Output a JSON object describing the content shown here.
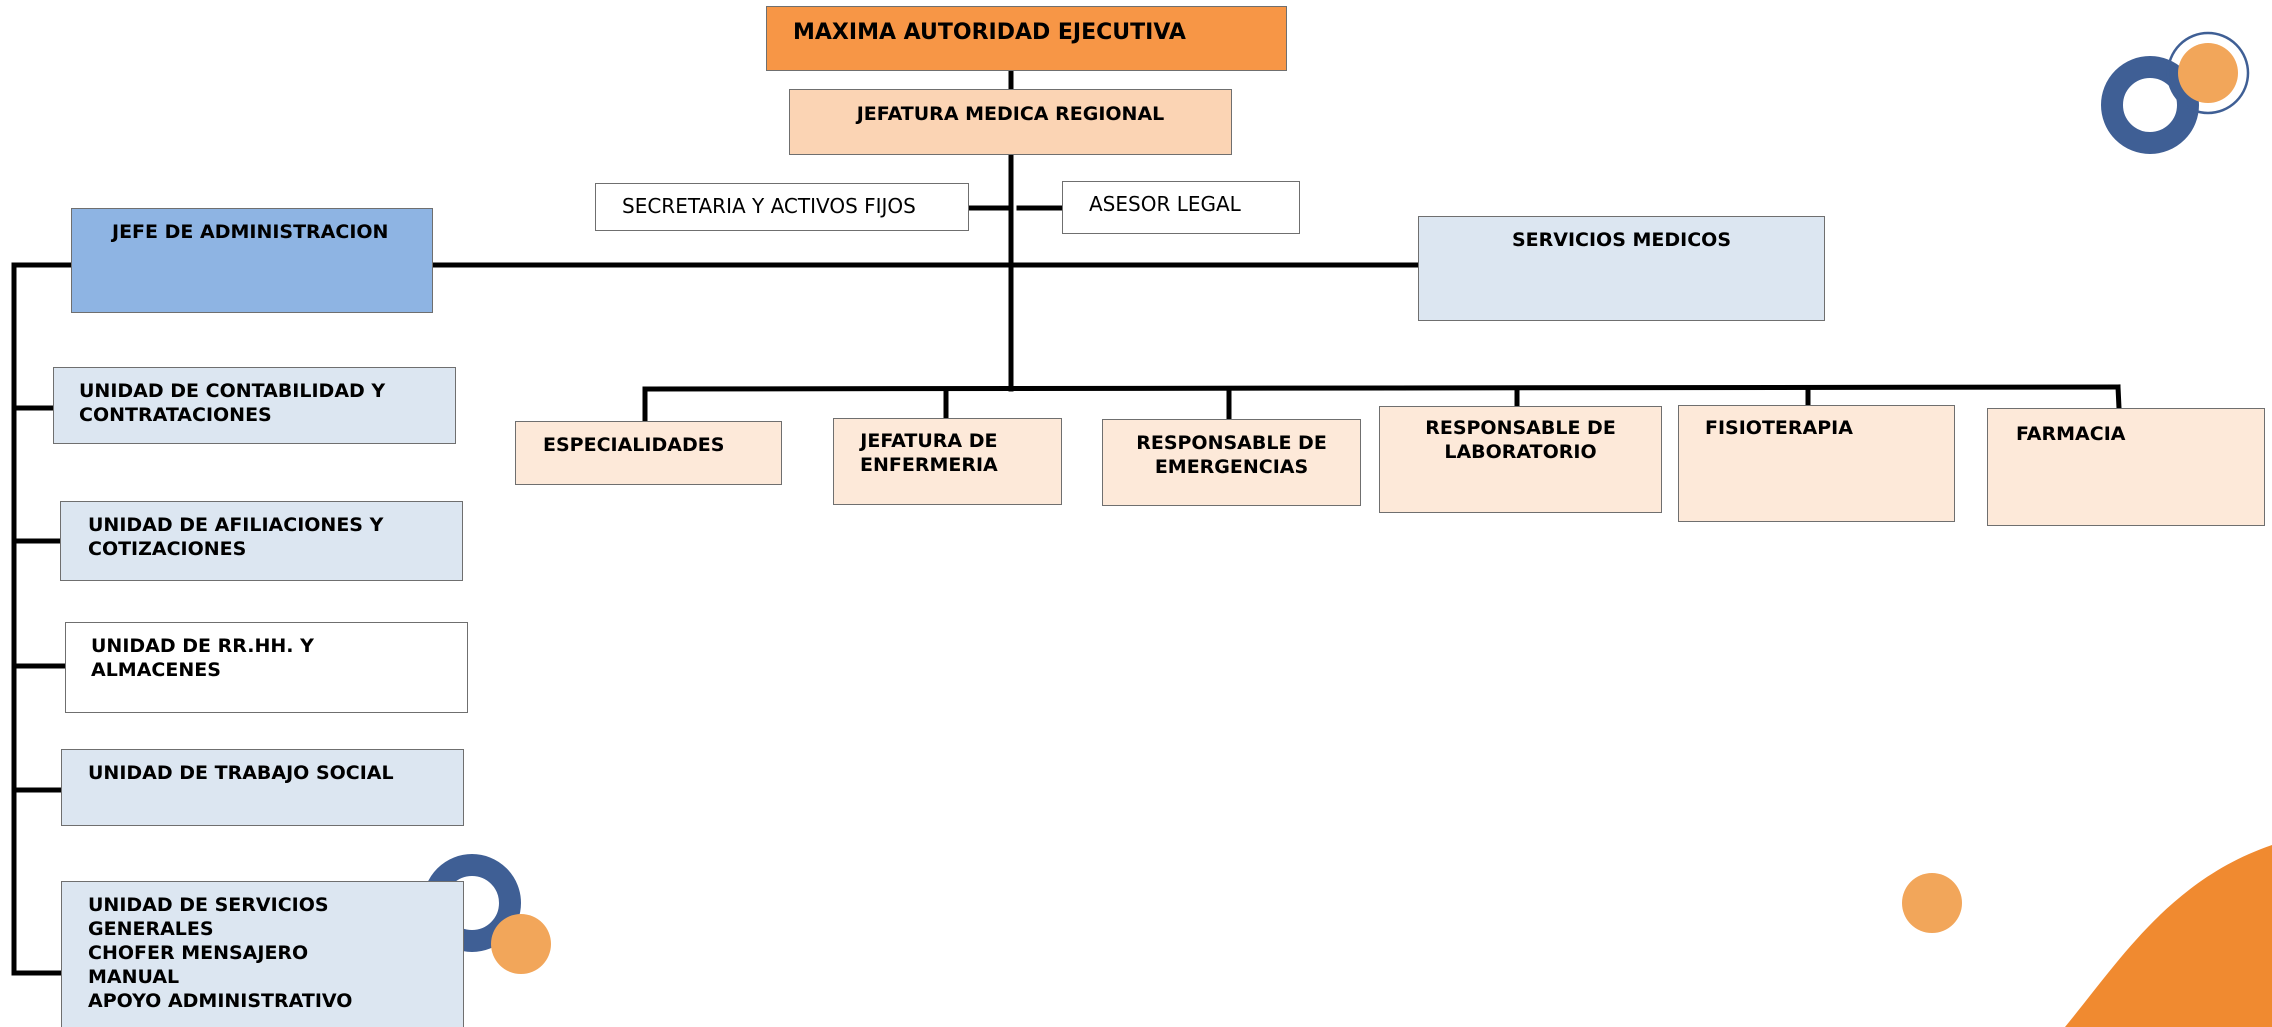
{
  "colors": {
    "top": "#f79646",
    "regional": "#fbd4b4",
    "admin": "#8eb4e3",
    "light_blue": "#dce6f1",
    "peach": "#fde9d9",
    "white": "#ffffff",
    "navy": "#3f5f95",
    "orange_deco": "#f2a65a",
    "orange_wave": "#f08a30"
  },
  "org": {
    "top": "MAXIMA AUTORIDAD EJECUTIVA",
    "regional": "JEFATURA MEDICA REGIONAL",
    "secretaria": "SECRETARIA Y ACTIVOS FIJOS",
    "asesor": "ASESOR LEGAL",
    "admin": "JEFE DE ADMINISTRACION",
    "servicios": "SERVICIOS MEDICOS",
    "admin_units": [
      "UNIDAD DE CONTABILIDAD Y\nCONTRATACIONES",
      "UNIDAD DE AFILIACIONES Y\nCOTIZACIONES",
      "UNIDAD DE RR.HH.  Y\nALMACENES",
      "UNIDAD DE TRABAJO SOCIAL",
      "UNIDAD DE SERVICIOS\nGENERALES\nCHOFER MENSAJERO\nMANUAL\nAPOYO ADMINISTRATIVO"
    ],
    "medical_units": [
      "ESPECIALIDADES",
      "JEFATURA DE\nENFERMERIA",
      "RESPONSABLE DE\nEMERGENCIAS",
      "RESPONSABLE DE\nLABORATORIO",
      "FISIOTERAPIA",
      "FARMACIA"
    ]
  },
  "decorations": [
    "ring-circle-icon",
    "orange-dot-icon",
    "orange-wave-shape"
  ]
}
